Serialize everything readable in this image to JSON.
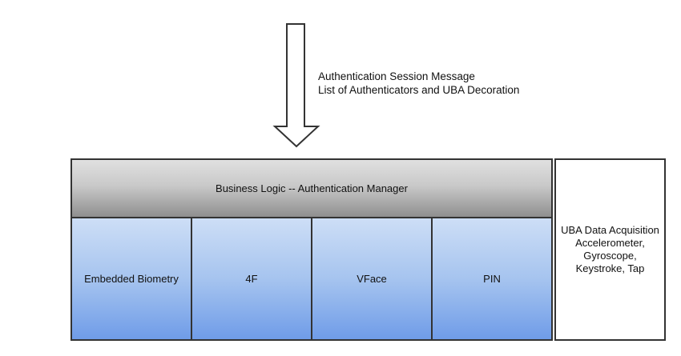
{
  "colors": {
    "border": "#333333",
    "gray_gradient_top": "#e0e0e0",
    "gray_gradient_bottom": "#8f8f8f",
    "blue_gradient_top": "#cddef6",
    "blue_gradient_bottom": "#6f9ce8",
    "background": "#ffffff",
    "text": "#111111"
  },
  "arrow": {
    "direction": "down",
    "style": "hollow-outline",
    "label_line1": "Authentication Session Message",
    "label_line2": "List of Authenticators and UBA Decoration"
  },
  "manager": {
    "label": "Business Logic -- Authentication Manager"
  },
  "authenticators": [
    {
      "label": "Embedded Biometry"
    },
    {
      "label": "4F"
    },
    {
      "label": "VFace"
    },
    {
      "label": "PIN"
    }
  ],
  "uba": {
    "label": "UBA Data Acquisition Accelerometer, Gyroscope, Keystroke, Tap"
  }
}
